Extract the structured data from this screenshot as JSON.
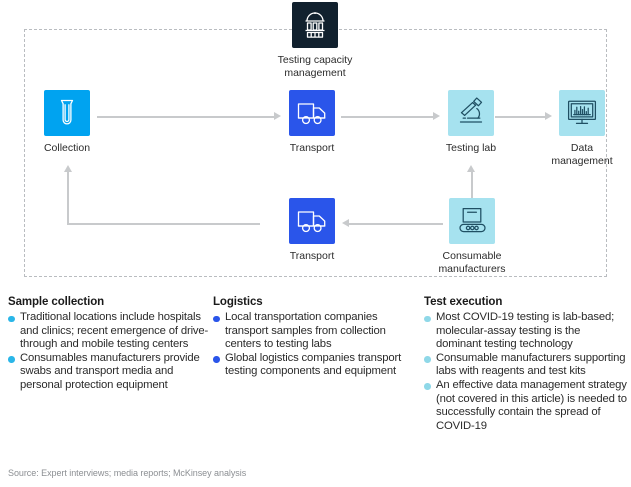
{
  "diagram": {
    "nodes": [
      {
        "id": "governance",
        "label": "Testing capacity management",
        "icon": "capitol-building-icon",
        "chip_color": "#11212e",
        "style": "dark"
      },
      {
        "id": "collection",
        "label": "Collection",
        "icon": "test-tube-icon",
        "chip_color": "#00a3f0",
        "style": "cyan"
      },
      {
        "id": "transport-1",
        "label": "Transport",
        "icon": "truck-icon",
        "chip_color": "#2a55ea",
        "style": "blue"
      },
      {
        "id": "testing-lab",
        "label": "Testing lab",
        "icon": "microscope-icon",
        "chip_color": "#a6e2ef",
        "style": "light"
      },
      {
        "id": "data-mgmt",
        "label": "Data\nmanagement",
        "icon": "monitor-chart-icon",
        "chip_color": "#a6e2ef",
        "style": "light"
      },
      {
        "id": "transport-2",
        "label": "Transport",
        "icon": "truck-icon",
        "chip_color": "#2a55ea",
        "style": "blue"
      },
      {
        "id": "consumable",
        "label": "Consumable\nmanufacturers",
        "icon": "conveyor-belt-icon",
        "chip_color": "#a6e2ef",
        "style": "light"
      }
    ],
    "connector_color": "#c8cacc",
    "frame_border_color": "#b9bcc0"
  },
  "columns": [
    {
      "title": "Sample collection",
      "bullet_color": "#2ab6e8",
      "items": [
        "Traditional locations include hospitals and clinics; recent emergence of drive-through and mobile testing centers",
        "Consumables manufacturers provide swabs and transport media and personal protection equipment"
      ]
    },
    {
      "title": "Logistics",
      "bullet_color": "#2a55ea",
      "items": [
        "Local transportation companies transport samples from collection centers to testing labs",
        "Global logistics companies transport testing components and equipment"
      ]
    },
    {
      "title": "Test execution",
      "bullet_color": "#8fd8e8",
      "items": [
        "Most COVID-19 testing is lab-based; molecular-assay testing is the dominant testing technology",
        "Consumable manufacturers supporting labs with reagents and test kits",
        "An effective data management strategy (not covered in this article) is needed to successfully contain the spread of COVID-19"
      ]
    }
  ],
  "footnote": "Source: Expert interviews; media reports; McKinsey analysis"
}
